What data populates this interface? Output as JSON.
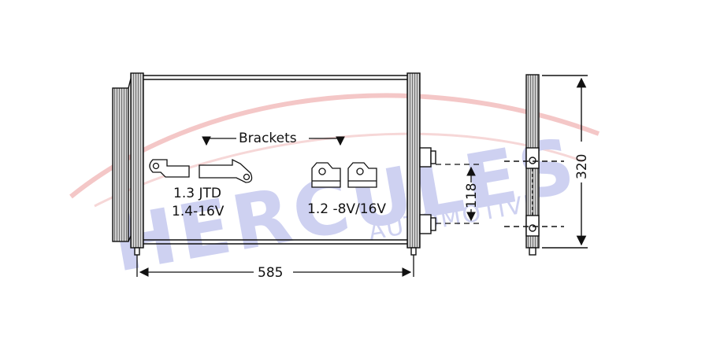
{
  "diagram": {
    "brackets_label": "Brackets",
    "group_left_line1": "1.3 JTD",
    "group_left_line2": "1.4-16V",
    "group_right_label": "1.2 -8V/16V",
    "dim_width": "585",
    "dim_port_spacing": "118",
    "dim_height": "320"
  },
  "watermark": {
    "brand": "HERCULES",
    "sub": "AUTOMOTIVE",
    "color": "#c9cdf0",
    "swoosh_color": "#f3c1c1"
  },
  "colors": {
    "line": "#111111",
    "hatch": "#777777"
  }
}
